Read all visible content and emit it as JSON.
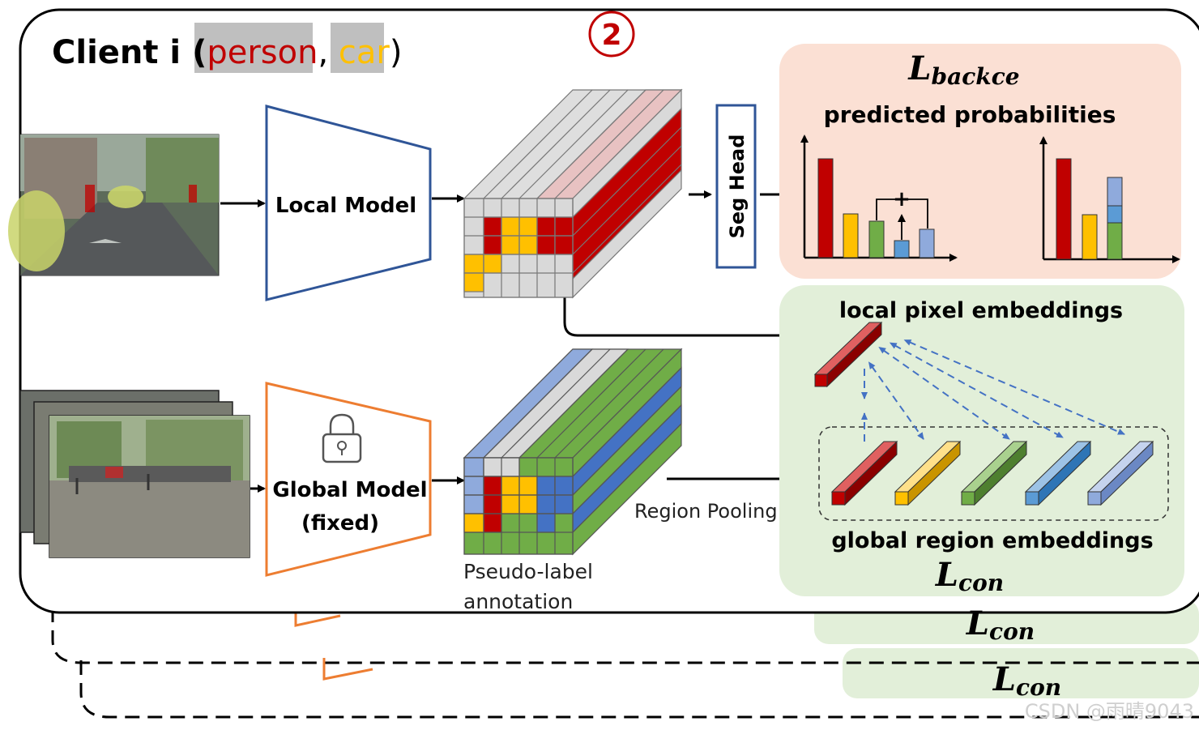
{
  "client": {
    "prefix": "Client i (",
    "class_person": "person",
    "comma": ", ",
    "class_car": "car",
    "suffix": ")"
  },
  "step_marker": "2",
  "local_model": {
    "label": "Local Model"
  },
  "global_model": {
    "label_line1": "Global Model",
    "label_line2": "(fixed)",
    "lock_icon": "lock-icon"
  },
  "seg_head": {
    "label": "Seg Head"
  },
  "backce_panel": {
    "loss_main": "L",
    "loss_sub": "backce",
    "caption": "predicted probabilities",
    "plus_sign": "+"
  },
  "contrast_panel": {
    "top_label": "local pixel embeddings",
    "bottom_label": "global region embeddings",
    "loss_main": "L",
    "loss_sub": "con"
  },
  "stack_losses": [
    {
      "main": "L",
      "sub": "con"
    },
    {
      "main": "L",
      "sub": "con"
    }
  ],
  "region_pooling": "Region Pooling",
  "pseudo_label": {
    "line1": "Pseudo-label",
    "line2": "annotation"
  },
  "watermark": "CSDN @雨晴9043",
  "colors": {
    "person_red": "#c00000",
    "car_yellow": "#ffc000",
    "green": "#70ad47",
    "blue": "#4472c4",
    "light_blue": "#8faadc",
    "local_model_blue": "#2f5597",
    "global_model_orange": "#ed7d31",
    "backce_bg": "#fbe0d4",
    "contrast_bg": "#e2efd9",
    "grey_cell": "#d9d9d9"
  }
}
